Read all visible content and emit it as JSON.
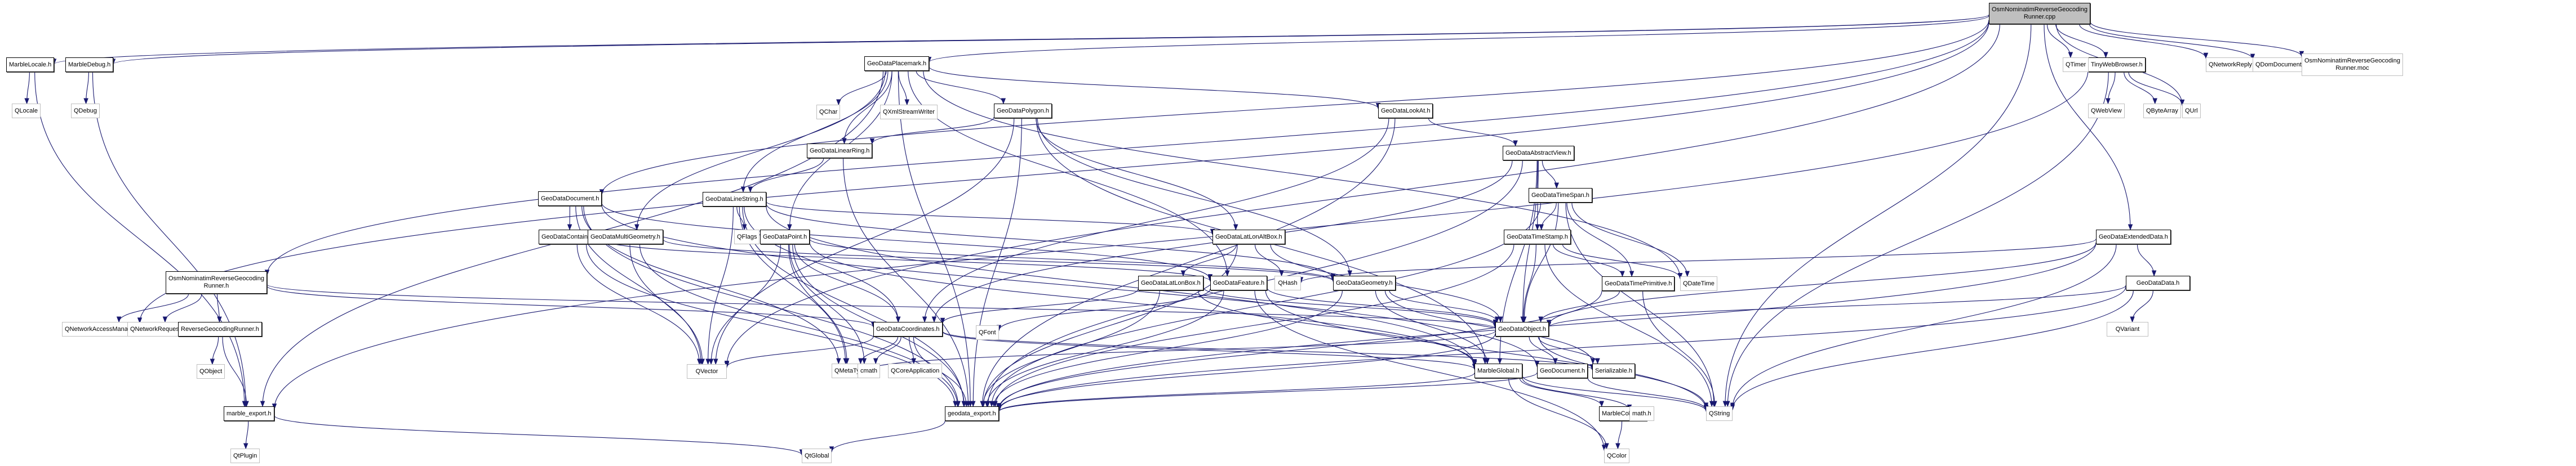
{
  "title": "OsmNominatimReverseGeocodingRunner.cpp include dependency graph",
  "colors": {
    "edge": "#191970",
    "root_fill": "#bfbfbf",
    "external_border": "#bfbfbf",
    "internal_border": "#000000"
  },
  "nodes": [
    {
      "id": "root",
      "label": "OsmNominatimReverseGeocoding\nRunner.cpp",
      "kind": "root"
    },
    {
      "id": "marblelocale",
      "label": "MarbleLocale.h",
      "kind": "internal"
    },
    {
      "id": "qlocale",
      "label": "QLocale",
      "kind": "external"
    },
    {
      "id": "marbledebug",
      "label": "MarbleDebug.h",
      "kind": "internal"
    },
    {
      "id": "qdebug",
      "label": "QDebug",
      "kind": "external"
    },
    {
      "id": "placemark",
      "label": "GeoDataPlacemark.h",
      "kind": "internal"
    },
    {
      "id": "qchar",
      "label": "QChar",
      "kind": "external"
    },
    {
      "id": "qxml",
      "label": "QXmlStreamWriter",
      "kind": "external"
    },
    {
      "id": "polygon",
      "label": "GeoDataPolygon.h",
      "kind": "internal"
    },
    {
      "id": "lookat",
      "label": "GeoDataLookAt.h",
      "kind": "internal"
    },
    {
      "id": "tinyweb",
      "label": "TinyWebBrowser.h",
      "kind": "internal"
    },
    {
      "id": "qtimer",
      "label": "QTimer",
      "kind": "external"
    },
    {
      "id": "qnetreply",
      "label": "QNetworkReply",
      "kind": "external"
    },
    {
      "id": "qdomdoc",
      "label": "QDomDocument",
      "kind": "external"
    },
    {
      "id": "moc",
      "label": "OsmNominatimReverseGeocoding\nRunner.moc",
      "kind": "external"
    },
    {
      "id": "qwebview",
      "label": "QWebView",
      "kind": "external"
    },
    {
      "id": "qbytearray",
      "label": "QByteArray",
      "kind": "external"
    },
    {
      "id": "qurl",
      "label": "QUrl",
      "kind": "external"
    },
    {
      "id": "linearring",
      "label": "GeoDataLinearRing.h",
      "kind": "internal"
    },
    {
      "id": "abstractview",
      "label": "GeoDataAbstractView.h",
      "kind": "internal"
    },
    {
      "id": "document",
      "label": "GeoDataDocument.h",
      "kind": "internal"
    },
    {
      "id": "linestring",
      "label": "GeoDataLineString.h",
      "kind": "internal"
    },
    {
      "id": "timespan",
      "label": "GeoDataTimeSpan.h",
      "kind": "internal"
    },
    {
      "id": "container",
      "label": "GeoDataContainer.h",
      "kind": "internal"
    },
    {
      "id": "multigeom",
      "label": "GeoDataMultiGeometry.h",
      "kind": "internal"
    },
    {
      "id": "qflags",
      "label": "QFlags",
      "kind": "external"
    },
    {
      "id": "point",
      "label": "GeoDataPoint.h",
      "kind": "internal"
    },
    {
      "id": "latlonalt",
      "label": "GeoDataLatLonAltBox.h",
      "kind": "internal"
    },
    {
      "id": "timestamp",
      "label": "GeoDataTimeStamp.h",
      "kind": "internal"
    },
    {
      "id": "extdata",
      "label": "GeoDataExtendedData.h",
      "kind": "internal"
    },
    {
      "id": "osmh",
      "label": "OsmNominatimReverseGeocoding\nRunner.h",
      "kind": "internal"
    },
    {
      "id": "latlonbox",
      "label": "GeoDataLatLonBox.h",
      "kind": "internal"
    },
    {
      "id": "feature",
      "label": "GeoDataFeature.h",
      "kind": "internal"
    },
    {
      "id": "qhash",
      "label": "QHash",
      "kind": "external"
    },
    {
      "id": "geometry",
      "label": "GeoDataGeometry.h",
      "kind": "internal"
    },
    {
      "id": "qdatetime",
      "label": "QDateTime",
      "kind": "external"
    },
    {
      "id": "data",
      "label": "GeoDataData.h",
      "kind": "internal"
    },
    {
      "id": "qnam",
      "label": "QNetworkAccessManager",
      "kind": "external"
    },
    {
      "id": "qnetreq",
      "label": "QNetworkRequest",
      "kind": "external"
    },
    {
      "id": "revrunner",
      "label": "ReverseGeocodingRunner.h",
      "kind": "internal"
    },
    {
      "id": "coords",
      "label": "GeoDataCoordinates.h",
      "kind": "internal"
    },
    {
      "id": "qfont",
      "label": "QFont",
      "kind": "external"
    },
    {
      "id": "timeprim",
      "label": "GeoDataTimePrimitive.h",
      "kind": "internal"
    },
    {
      "id": "object",
      "label": "GeoDataObject.h",
      "kind": "internal"
    },
    {
      "id": "qvariant",
      "label": "QVariant",
      "kind": "external"
    },
    {
      "id": "qobject",
      "label": "QObject",
      "kind": "external"
    },
    {
      "id": "qvector",
      "label": "QVector",
      "kind": "external"
    },
    {
      "id": "qmetatype",
      "label": "QMetaType",
      "kind": "external"
    },
    {
      "id": "cmath",
      "label": "cmath",
      "kind": "external"
    },
    {
      "id": "qcoreapp",
      "label": "QCoreApplication",
      "kind": "external"
    },
    {
      "id": "serializable",
      "label": "Serializable.h",
      "kind": "internal"
    },
    {
      "id": "marbleglobal",
      "label": "MarbleGlobal.h",
      "kind": "internal"
    },
    {
      "id": "geodocument",
      "label": "GeoDocument.h",
      "kind": "internal"
    },
    {
      "id": "marbleexport",
      "label": "marble_export.h",
      "kind": "internal"
    },
    {
      "id": "geodataexport",
      "label": "geodata_export.h",
      "kind": "internal"
    },
    {
      "id": "marblecolors",
      "label": "MarbleColors.h",
      "kind": "internal"
    },
    {
      "id": "mathh",
      "label": "math.h",
      "kind": "external"
    },
    {
      "id": "qstring",
      "label": "QString",
      "kind": "external"
    },
    {
      "id": "qtplugin",
      "label": "QtPlugin",
      "kind": "external"
    },
    {
      "id": "qtglobal",
      "label": "QtGlobal",
      "kind": "external"
    },
    {
      "id": "qcolor",
      "label": "QColor",
      "kind": "external"
    }
  ],
  "edges": [
    [
      "root",
      "marblelocale"
    ],
    [
      "root",
      "marbledebug"
    ],
    [
      "root",
      "placemark"
    ],
    [
      "root",
      "tinyweb"
    ],
    [
      "root",
      "qtimer"
    ],
    [
      "root",
      "qnetreply"
    ],
    [
      "root",
      "qdomdoc"
    ],
    [
      "root",
      "moc"
    ],
    [
      "root",
      "qurl"
    ],
    [
      "root",
      "document"
    ],
    [
      "root",
      "osmh"
    ],
    [
      "root",
      "extdata"
    ],
    [
      "root",
      "qstring"
    ],
    [
      "root",
      "qnam"
    ],
    [
      "root",
      "qvector"
    ],
    [
      "marblelocale",
      "qlocale"
    ],
    [
      "marblelocale",
      "marbleexport"
    ],
    [
      "marbledebug",
      "qdebug"
    ],
    [
      "marbledebug",
      "marbleexport"
    ],
    [
      "placemark",
      "qchar"
    ],
    [
      "placemark",
      "qxml"
    ],
    [
      "placemark",
      "polygon"
    ],
    [
      "placemark",
      "lookat"
    ],
    [
      "placemark",
      "linearring"
    ],
    [
      "placemark",
      "linestring"
    ],
    [
      "placemark",
      "multigeom"
    ],
    [
      "placemark",
      "point"
    ],
    [
      "placemark",
      "feature"
    ],
    [
      "placemark",
      "qdatetime"
    ],
    [
      "placemark",
      "geodataexport"
    ],
    [
      "placemark",
      "marbleexport"
    ],
    [
      "polygon",
      "linearring"
    ],
    [
      "polygon",
      "latlonalt"
    ],
    [
      "polygon",
      "geometry"
    ],
    [
      "polygon",
      "geodataexport"
    ],
    [
      "polygon",
      "qvector"
    ],
    [
      "polygon",
      "marbleglobal"
    ],
    [
      "lookat",
      "abstractview"
    ],
    [
      "lookat",
      "coords"
    ],
    [
      "lookat",
      "geodataexport"
    ],
    [
      "tinyweb",
      "qwebview"
    ],
    [
      "tinyweb",
      "qbytearray"
    ],
    [
      "tinyweb",
      "qurl"
    ],
    [
      "tinyweb",
      "qstring"
    ],
    [
      "tinyweb",
      "marbleexport"
    ],
    [
      "linearring",
      "linestring"
    ],
    [
      "linearring",
      "geodataexport"
    ],
    [
      "abstractview",
      "timespan"
    ],
    [
      "abstractview",
      "timestamp"
    ],
    [
      "abstractview",
      "object"
    ],
    [
      "abstractview",
      "coords"
    ],
    [
      "abstractview",
      "geodataexport"
    ],
    [
      "abstractview",
      "marbleglobal"
    ],
    [
      "document",
      "container"
    ],
    [
      "document",
      "feature"
    ],
    [
      "document",
      "geodocument"
    ],
    [
      "document",
      "qvector"
    ],
    [
      "document",
      "geodataexport"
    ],
    [
      "document",
      "qmetatype"
    ],
    [
      "linestring",
      "qflags"
    ],
    [
      "linestring",
      "latlonalt"
    ],
    [
      "linestring",
      "geometry"
    ],
    [
      "linestring",
      "coords"
    ],
    [
      "linestring",
      "qvector"
    ],
    [
      "linestring",
      "qmetatype"
    ],
    [
      "linestring",
      "geodataexport"
    ],
    [
      "linestring",
      "marbleglobal"
    ],
    [
      "timespan",
      "timestamp"
    ],
    [
      "timespan",
      "timeprim"
    ],
    [
      "timespan",
      "qdatetime"
    ],
    [
      "timespan",
      "object"
    ],
    [
      "timespan",
      "geodataexport"
    ],
    [
      "timespan",
      "qstring"
    ],
    [
      "container",
      "feature"
    ],
    [
      "container",
      "qvector"
    ],
    [
      "container",
      "geodataexport"
    ],
    [
      "multigeom",
      "geometry"
    ],
    [
      "multigeom",
      "qvector"
    ],
    [
      "multigeom",
      "geodataexport"
    ],
    [
      "point",
      "coords"
    ],
    [
      "point",
      "geometry"
    ],
    [
      "point",
      "qvector"
    ],
    [
      "point",
      "qmetatype"
    ],
    [
      "point",
      "cmath"
    ],
    [
      "point",
      "geodataexport"
    ],
    [
      "point",
      "marbleglobal"
    ],
    [
      "latlonalt",
      "latlonbox"
    ],
    [
      "latlonalt",
      "qhash"
    ],
    [
      "latlonalt",
      "object"
    ],
    [
      "latlonalt",
      "geodataexport"
    ],
    [
      "timestamp",
      "timeprim"
    ],
    [
      "timestamp",
      "qdatetime"
    ],
    [
      "timestamp",
      "object"
    ],
    [
      "timestamp",
      "geodataexport"
    ],
    [
      "timestamp",
      "qstring"
    ],
    [
      "extdata",
      "data"
    ],
    [
      "extdata",
      "object"
    ],
    [
      "extdata",
      "qhash"
    ],
    [
      "extdata",
      "geodataexport"
    ],
    [
      "extdata",
      "qstring"
    ],
    [
      "osmh",
      "qnam"
    ],
    [
      "osmh",
      "qnetreq"
    ],
    [
      "osmh",
      "revrunner"
    ],
    [
      "osmh",
      "coords"
    ],
    [
      "osmh",
      "object"
    ],
    [
      "latlonbox",
      "coords"
    ],
    [
      "latlonbox",
      "object"
    ],
    [
      "latlonbox",
      "geodataexport"
    ],
    [
      "latlonbox",
      "marbleglobal"
    ],
    [
      "feature",
      "qfont"
    ],
    [
      "feature",
      "object"
    ],
    [
      "feature",
      "qcolor"
    ],
    [
      "feature",
      "geodataexport"
    ],
    [
      "feature",
      "qstring"
    ],
    [
      "geometry",
      "object"
    ],
    [
      "geometry",
      "serializable"
    ],
    [
      "geometry",
      "marbleglobal"
    ],
    [
      "geometry",
      "geodataexport"
    ],
    [
      "data",
      "qvariant"
    ],
    [
      "data",
      "object"
    ],
    [
      "data",
      "geodataexport"
    ],
    [
      "data",
      "qstring"
    ],
    [
      "revrunner",
      "qobject"
    ],
    [
      "revrunner",
      "marbleexport"
    ],
    [
      "coords",
      "qvector"
    ],
    [
      "coords",
      "qmetatype"
    ],
    [
      "coords",
      "cmath"
    ],
    [
      "coords",
      "qcoreapp"
    ],
    [
      "coords",
      "geodataexport"
    ],
    [
      "coords",
      "marbleglobal"
    ],
    [
      "coords",
      "serializable"
    ],
    [
      "timeprim",
      "object"
    ],
    [
      "timeprim",
      "geodataexport"
    ],
    [
      "timeprim",
      "qstring"
    ],
    [
      "object",
      "serializable"
    ],
    [
      "object",
      "geodocument"
    ],
    [
      "object",
      "geodataexport"
    ],
    [
      "object",
      "qmetatype"
    ],
    [
      "object",
      "qstring"
    ],
    [
      "marbleglobal",
      "marblecolors"
    ],
    [
      "marbleglobal",
      "mathh"
    ],
    [
      "marbleglobal",
      "qcolor"
    ],
    [
      "marbleglobal",
      "qstring"
    ],
    [
      "marbleglobal",
      "geodataexport"
    ],
    [
      "geodocument",
      "geodataexport"
    ],
    [
      "geodocument",
      "qstring"
    ],
    [
      "marbleexport",
      "qtplugin"
    ],
    [
      "marbleexport",
      "qtglobal"
    ],
    [
      "geodataexport",
      "qtglobal"
    ],
    [
      "marblecolors",
      "qcolor"
    ]
  ]
}
